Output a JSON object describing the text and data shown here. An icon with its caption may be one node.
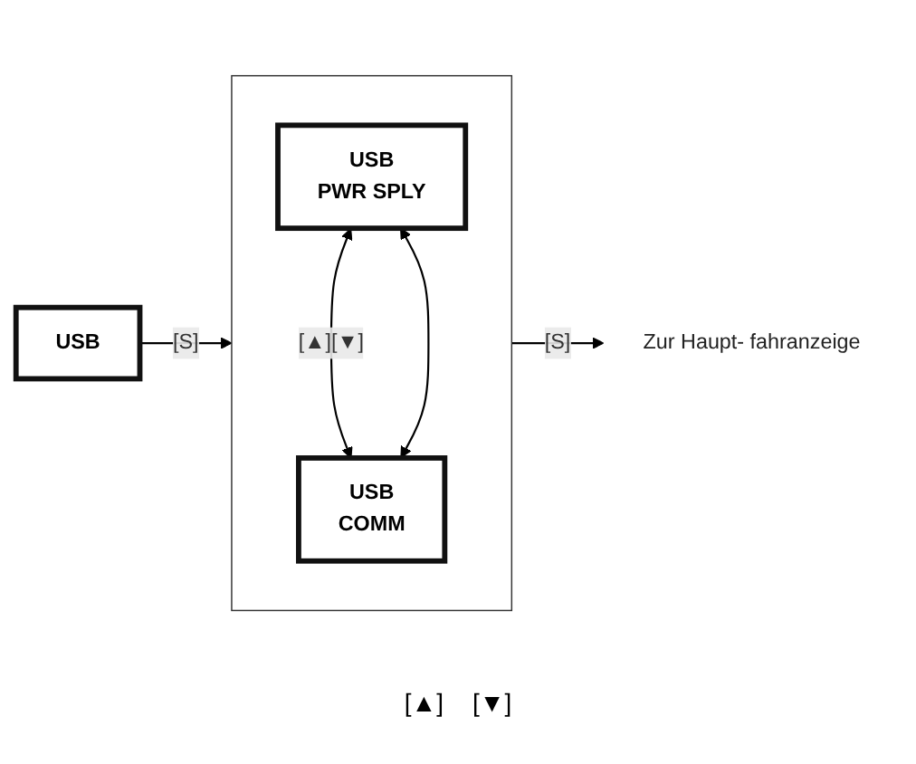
{
  "diagram": {
    "nodes": [
      {
        "text": [
          "USB"
        ]
      },
      {
        "text": [],
        "shape": "box"
      },
      {
        "text": [
          "USB",
          "PWR SPLY"
        ],
        "in": 1
      },
      {
        "text": [
          "USB",
          "COMM"
        ],
        "in": 1
      },
      {
        "text": [
          "Zur Haupt- fahranzeige"
        ]
      }
    ],
    "edges": [
      {
        "from": 0,
        "to": 1,
        "label": "[S]",
        "arrow": "to"
      },
      {
        "from": 2,
        "to": 3,
        "label": "[▲][▼]",
        "arrow": "both"
      },
      {
        "from": 3,
        "to": 2,
        "arrow": "both"
      },
      {
        "from": 1,
        "to": 4,
        "label": "[S]",
        "arrow": "to"
      }
    ],
    "labels": [
      "[▲]",
      "[▼]"
    ]
  }
}
